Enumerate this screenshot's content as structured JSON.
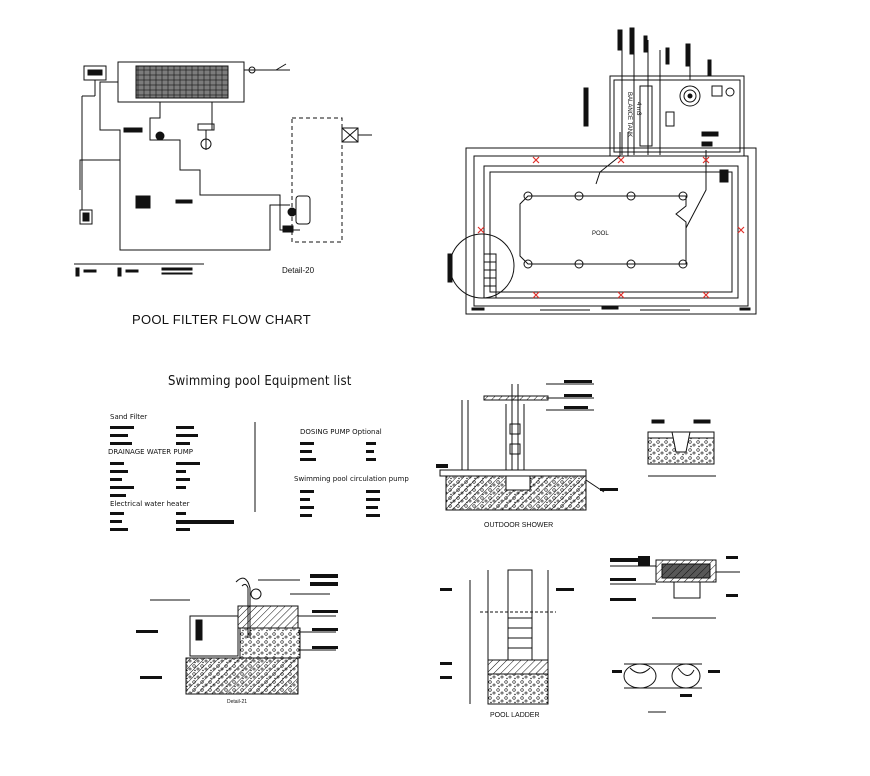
{
  "flow_chart": {
    "detail_label": "Detail-20",
    "title": "POOL FILTER FLOW CHART"
  },
  "pool_plan": {
    "pool_label": "POOL",
    "tank_label_line1": "BALANCE TANK",
    "tank_label_line2": "4 m3"
  },
  "equipment_list": {
    "title": "Swimming pool Equipment list",
    "items": [
      "Sand Filter",
      "DRAINAGE WATER PUMP",
      "Electrical water heater",
      "DOSING PUMP Optional",
      "Swimming pool circulation pump"
    ]
  },
  "details": {
    "outdoor_shower": "OUTDOOR SHOWER",
    "detail_21": "Detail-21",
    "pool_ladder": "POOL LADDER"
  },
  "colors": {
    "line": "#111111",
    "red_marker": "#e0302a",
    "background": "#ffffff"
  }
}
